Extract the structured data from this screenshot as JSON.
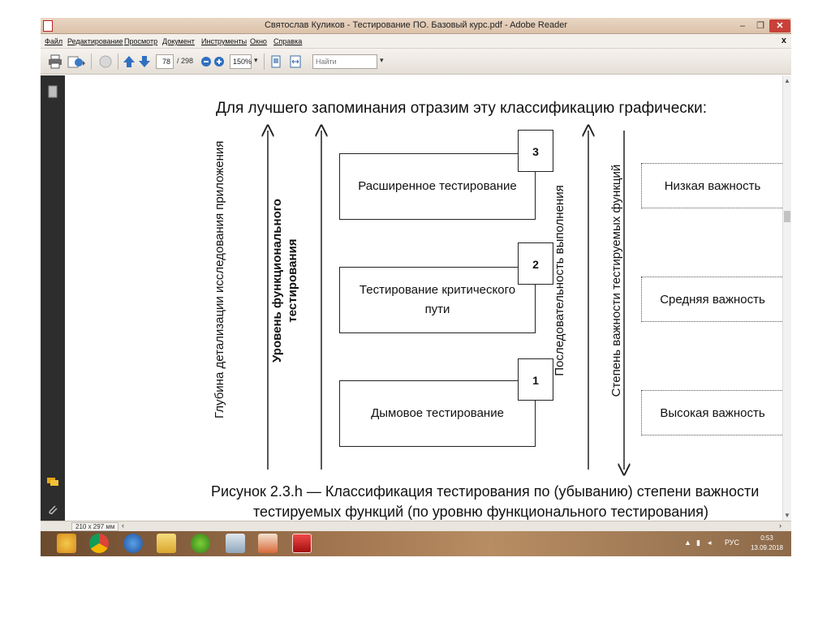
{
  "window": {
    "title": "Святослав Куликов - Тестирование ПО. Базовый курс.pdf - Adobe Reader",
    "minimize": "–",
    "maximize": "❐",
    "close": "✕"
  },
  "menu": {
    "items": [
      "Файл",
      "Редактирование",
      "Просмотр",
      "Документ",
      "Инструменты",
      "Окно",
      "Справка"
    ],
    "close": "x"
  },
  "toolbar": {
    "page_current": "78",
    "page_total": "/ 298",
    "zoom": "150%",
    "search_placeholder": "Найти"
  },
  "document": {
    "heading": "Для лучшего запоминания отразим эту классификацию графически:",
    "axis_left_1": "Глубина детализации исследования приложения",
    "axis_left_2": "Уровень функционального тестирования",
    "axis_right_1": "Последовательность выполнения",
    "axis_right_2": "Степень важности тестируемых функций",
    "boxes": [
      {
        "number": "3",
        "label": "Расширенное тестирование"
      },
      {
        "number": "2",
        "label": "Тестирование критического пути"
      },
      {
        "number": "1",
        "label": "Дымовое тестирование"
      }
    ],
    "importance": [
      "Низкая важность",
      "Средняя важность",
      "Высокая важность"
    ],
    "caption_line1": "Рисунок 2.3.h — Классификация тестирования по (убыванию) степени важности",
    "caption_line2": "тестируемых функций (по уровню функционального тестирования)"
  },
  "statusbar": {
    "page_size": "210 x 297 мм"
  },
  "taskbar": {
    "lang": "РУС",
    "time": "0:53",
    "date": "13.09.2018"
  },
  "colors": {
    "titlebar": "#dcc2aa",
    "close_button": "#c9403a",
    "left_panel": "#2d2d2d",
    "taskbar": "#a27650"
  }
}
